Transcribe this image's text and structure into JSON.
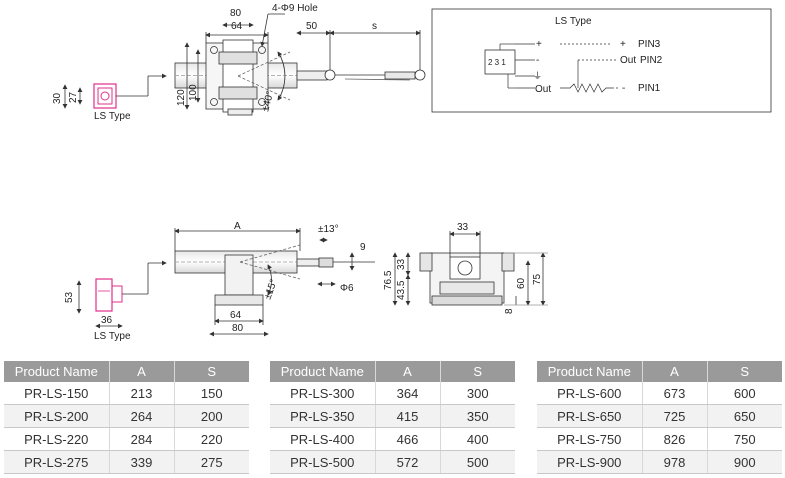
{
  "labels": {
    "front": {
      "w80": "80",
      "w64": "64",
      "hole": "4-Φ9 Hole",
      "d50": "50",
      "s": "s",
      "h120": "120",
      "h100": "100",
      "ang40": "±40°"
    },
    "ls_small": {
      "h30": "30",
      "h27": "27",
      "caption": "LS Type"
    },
    "schematic": {
      "title": "LS Type",
      "plus1": "+",
      "minus1": "-",
      "ground": "⏚",
      "out": "Out",
      "plus2": "+",
      "out2": "Out",
      "minus2": "-",
      "pin3": "PIN3",
      "pin2": "PIN2",
      "pin1": "PIN1",
      "conn_pins": "2 3 1"
    },
    "side": {
      "a": "A",
      "ang13": "±13°",
      "d9": "9",
      "phi6": "Φ6",
      "ang15": "±15°",
      "w64": "64",
      "w80": "80"
    },
    "ls_bottom": {
      "h53": "53",
      "w36": "36",
      "caption": "LS Type"
    },
    "end": {
      "w33": "33",
      "h765": "76.5",
      "h33": "33",
      "h435": "43.5",
      "h60": "60",
      "h75": "75",
      "d8": "8"
    }
  },
  "tables": [
    {
      "headers": [
        "Product Name",
        "A",
        "S"
      ],
      "rows": [
        [
          "PR-LS-150",
          "213",
          "150"
        ],
        [
          "PR-LS-200",
          "264",
          "200"
        ],
        [
          "PR-LS-220",
          "284",
          "220"
        ],
        [
          "PR-LS-275",
          "339",
          "275"
        ]
      ]
    },
    {
      "headers": [
        "Product Name",
        "A",
        "S"
      ],
      "rows": [
        [
          "PR-LS-300",
          "364",
          "300"
        ],
        [
          "PR-LS-350",
          "415",
          "350"
        ],
        [
          "PR-LS-400",
          "466",
          "400"
        ],
        [
          "PR-LS-500",
          "572",
          "500"
        ]
      ]
    },
    {
      "headers": [
        "Product Name",
        "A",
        "S"
      ],
      "rows": [
        [
          "PR-LS-600",
          "673",
          "600"
        ],
        [
          "PR-LS-650",
          "725",
          "650"
        ],
        [
          "PR-LS-750",
          "826",
          "750"
        ],
        [
          "PR-LS-900",
          "978",
          "900"
        ]
      ]
    }
  ],
  "colors": {
    "connector": "#e0308a",
    "line": "#333333",
    "header_bg": "#9a9a9a"
  }
}
